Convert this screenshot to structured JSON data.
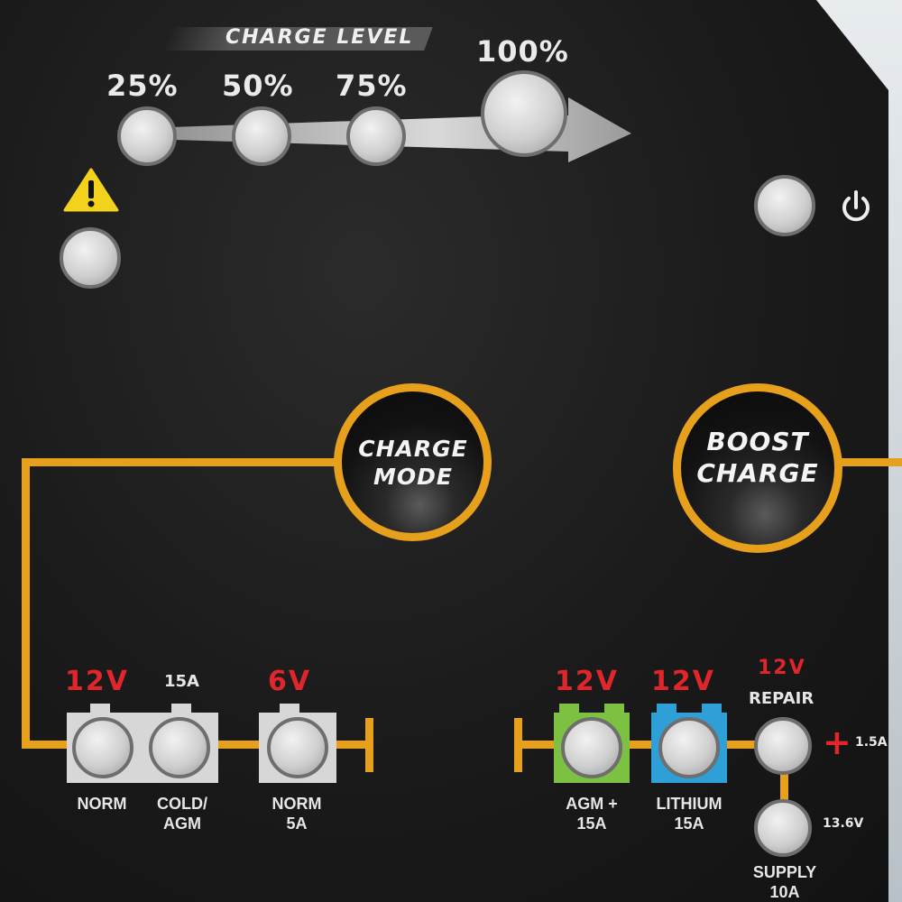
{
  "charge_level": {
    "title": "CHARGE LEVEL",
    "steps": [
      "25%",
      "50%",
      "75%",
      "100%"
    ]
  },
  "warning": {
    "icon": "warning-triangle-icon",
    "glyph": "!"
  },
  "power": {
    "icon": "power-icon"
  },
  "buttons": {
    "charge_mode": [
      "CHARGE",
      "MODE"
    ],
    "boost_charge": [
      "BOOST",
      "CHARGE"
    ]
  },
  "modes_left": {
    "voltage_12": "12V",
    "current_15": "15A",
    "voltage_6": "6V",
    "norm": "NORM",
    "cold_agm": [
      "COLD/",
      "AGM"
    ],
    "norm_5a": [
      "NORM",
      "5A"
    ]
  },
  "modes_right": {
    "voltage_agm": "12V",
    "voltage_lithium": "12V",
    "voltage_repair": "12V",
    "repair": "REPAIR",
    "plus": "+",
    "repair_current": "1.5A",
    "agm_plus": [
      "AGM +",
      "15A"
    ],
    "lithium": [
      "LITHIUM",
      "15A"
    ],
    "supply_voltage": "13.6V",
    "supply": [
      "SUPPLY",
      "10A"
    ]
  },
  "colors": {
    "accent_orange": "#e7a01c",
    "voltage_red": "#e0262a",
    "agm_green": "#7cc142",
    "lithium_blue": "#2f9fd8",
    "tile_gray": "#d7d7d7"
  }
}
